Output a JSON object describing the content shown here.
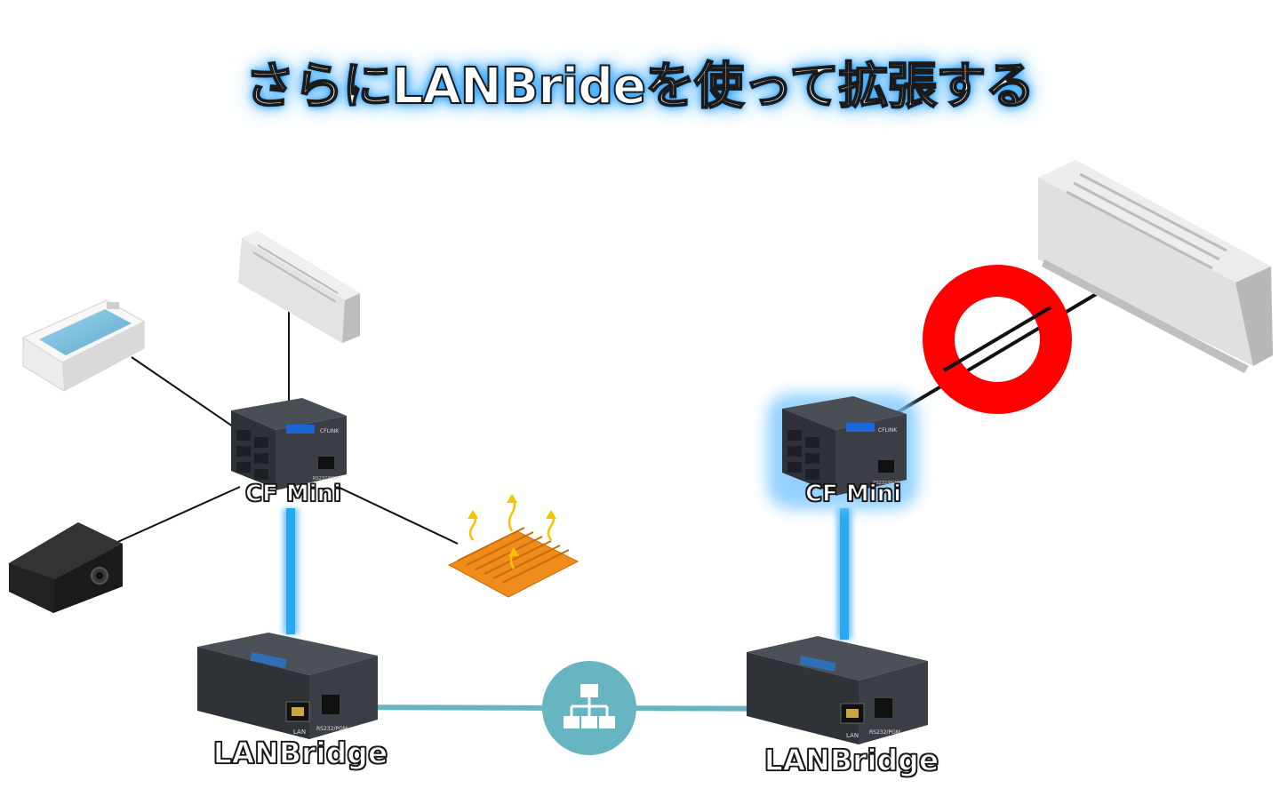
{
  "title": "さらにLANBrideを使って拡張する",
  "devices": {
    "cf_mini_left": {
      "label": "CF Mini",
      "brand_text": "CFLINK",
      "port_text": "RS232/PGM"
    },
    "cf_mini_right": {
      "label": "CF Mini",
      "brand_text": "CFLINK",
      "port_text": "RS232/PGM"
    },
    "lanbridge_left": {
      "label": "LANBridge",
      "port_lan": "LAN",
      "port_rs": "RS232/PGM"
    },
    "lanbridge_right": {
      "label": "LANBridge",
      "port_lan": "LAN",
      "port_rs": "RS232/PGM"
    }
  },
  "appliances": [
    "air-conditioner",
    "bathtub",
    "projector",
    "floor-heater",
    "network-hub",
    "air-conditioner-large"
  ],
  "colors": {
    "link_blue": "#29a8f0",
    "network_teal": "#66b5c0",
    "ok_ring": "#ff0000",
    "device_body": "#3b3f45"
  }
}
